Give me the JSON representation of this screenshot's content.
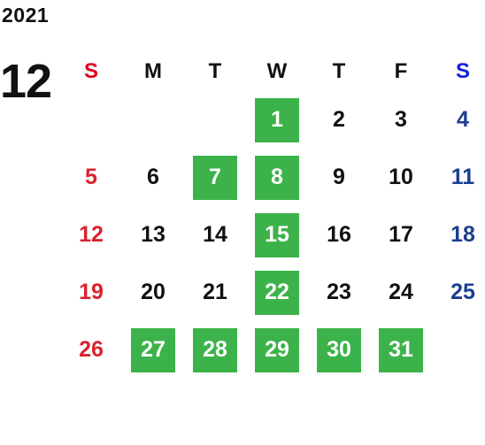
{
  "calendar": {
    "year": "2021",
    "month": "12",
    "weekdays": [
      "S",
      "M",
      "T",
      "W",
      "T",
      "F",
      "S"
    ],
    "colors": {
      "highlight": "#3cb34a",
      "sunday": "#d9232d",
      "saturday": "#1b3f8f",
      "sunday_header": "#e0001b",
      "saturday_header": "#1020e0"
    },
    "weeks": [
      [
        {
          "label": "",
          "hl": false
        },
        {
          "label": "",
          "hl": false
        },
        {
          "label": "",
          "hl": false
        },
        {
          "label": "1",
          "hl": true
        },
        {
          "label": "2",
          "hl": false
        },
        {
          "label": "3",
          "hl": false
        },
        {
          "label": "4",
          "hl": false
        }
      ],
      [
        {
          "label": "5",
          "hl": false
        },
        {
          "label": "6",
          "hl": false
        },
        {
          "label": "7",
          "hl": true
        },
        {
          "label": "8",
          "hl": true
        },
        {
          "label": "9",
          "hl": false
        },
        {
          "label": "10",
          "hl": false
        },
        {
          "label": "11",
          "hl": false
        }
      ],
      [
        {
          "label": "12",
          "hl": false
        },
        {
          "label": "13",
          "hl": false
        },
        {
          "label": "14",
          "hl": false
        },
        {
          "label": "15",
          "hl": true
        },
        {
          "label": "16",
          "hl": false
        },
        {
          "label": "17",
          "hl": false
        },
        {
          "label": "18",
          "hl": false
        }
      ],
      [
        {
          "label": "19",
          "hl": false
        },
        {
          "label": "20",
          "hl": false
        },
        {
          "label": "21",
          "hl": false
        },
        {
          "label": "22",
          "hl": true
        },
        {
          "label": "23",
          "hl": false
        },
        {
          "label": "24",
          "hl": false
        },
        {
          "label": "25",
          "hl": false
        }
      ],
      [
        {
          "label": "26",
          "hl": false
        },
        {
          "label": "27",
          "hl": true
        },
        {
          "label": "28",
          "hl": true
        },
        {
          "label": "29",
          "hl": true
        },
        {
          "label": "30",
          "hl": true
        },
        {
          "label": "31",
          "hl": true
        },
        {
          "label": "",
          "hl": false
        }
      ]
    ]
  }
}
